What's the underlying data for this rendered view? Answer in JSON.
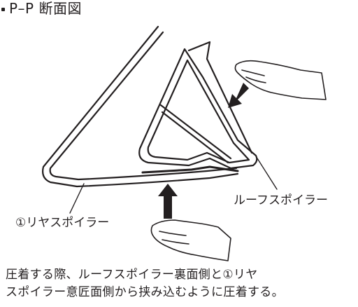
{
  "title": "P–P 断面図",
  "labels": {
    "roof_spoiler": "ルーフスポイラー",
    "rear_spoiler": "①リヤスポイラー"
  },
  "caption": {
    "line1": "圧着する際、ルーフスポイラー裏面側と①リヤ",
    "line2": "スポイラー意匠面側から挟み込むように圧着する。"
  },
  "colors": {
    "ink": "#231f20",
    "fill": "#ffffff"
  }
}
